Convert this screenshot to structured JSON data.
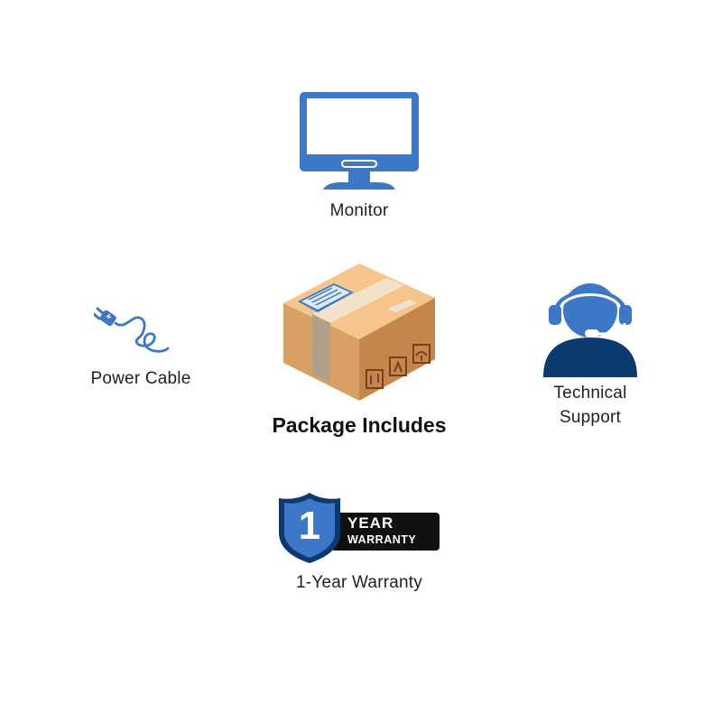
{
  "center": {
    "title": "Package Includes"
  },
  "items": {
    "monitor": {
      "label": "Monitor",
      "icon": "monitor-icon"
    },
    "power_cable": {
      "label": "Power Cable",
      "icon": "power-plug-icon"
    },
    "technical_support": {
      "label_line1": "Technical",
      "label_line2": "Support",
      "icon": "headset-support-icon"
    },
    "warranty": {
      "label": "1-Year Warranty",
      "icon": "warranty-shield-icon",
      "badge_number": "1",
      "badge_line1": "YEAR",
      "badge_line2": "WARRANTY"
    }
  },
  "colors": {
    "brand_blue": "#3d78c8",
    "dark_navy": "#0d3a6e",
    "box_tan": "#d9a066",
    "badge_black": "#111111"
  }
}
